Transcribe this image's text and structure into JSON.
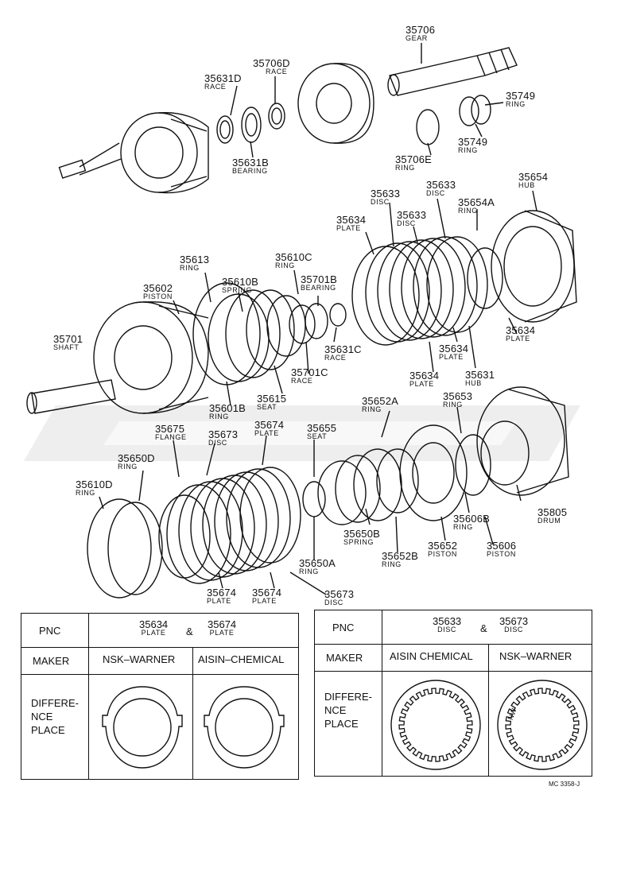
{
  "callouts": [
    {
      "id": "c35706",
      "num": "35706",
      "sub": "GEAR"
    },
    {
      "id": "c35631D",
      "num": "35631D",
      "sub": "RACE"
    },
    {
      "id": "c35706D",
      "num": "35706D",
      "sub": "RACE"
    },
    {
      "id": "c35749a",
      "num": "35749",
      "sub": "RING"
    },
    {
      "id": "c35749b",
      "num": "35749",
      "sub": "RING"
    },
    {
      "id": "c35631B",
      "num": "35631B",
      "sub": "BEARING"
    },
    {
      "id": "c35706E",
      "num": "35706E",
      "sub": "RING"
    },
    {
      "id": "c35633a",
      "num": "35633",
      "sub": "DISC"
    },
    {
      "id": "c35633b",
      "num": "35633",
      "sub": "DISC"
    },
    {
      "id": "c35633c",
      "num": "35633",
      "sub": "DISC"
    },
    {
      "id": "c35654",
      "num": "35654",
      "sub": "HUB"
    },
    {
      "id": "c35654A",
      "num": "35654A",
      "sub": "RING"
    },
    {
      "id": "c35634a",
      "num": "35634",
      "sub": "PLATE"
    },
    {
      "id": "c35613",
      "num": "35613",
      "sub": "RING"
    },
    {
      "id": "c35610C",
      "num": "35610C",
      "sub": "RING"
    },
    {
      "id": "c35602",
      "num": "35602",
      "sub": "PISTON"
    },
    {
      "id": "c35610B",
      "num": "35610B",
      "sub": "SPRING"
    },
    {
      "id": "c35701B",
      "num": "35701B",
      "sub": "BEARING"
    },
    {
      "id": "c35701",
      "num": "35701",
      "sub": "SHAFT"
    },
    {
      "id": "c35631C",
      "num": "35631C",
      "sub": "RACE"
    },
    {
      "id": "c35634b",
      "num": "35634",
      "sub": "PLATE"
    },
    {
      "id": "c35634c",
      "num": "35634",
      "sub": "PLATE"
    },
    {
      "id": "c35701C",
      "num": "35701C",
      "sub": "RACE"
    },
    {
      "id": "c35634d",
      "num": "35634",
      "sub": "PLATE"
    },
    {
      "id": "c35631",
      "num": "35631",
      "sub": "HUB"
    },
    {
      "id": "c35615",
      "num": "35615",
      "sub": "SEAT"
    },
    {
      "id": "c35601B",
      "num": "35601B",
      "sub": "RING"
    },
    {
      "id": "c35652A",
      "num": "35652A",
      "sub": "RING"
    },
    {
      "id": "c35653",
      "num": "35653",
      "sub": "RING"
    },
    {
      "id": "c35675",
      "num": "35675",
      "sub": "FLANGE"
    },
    {
      "id": "c35674a",
      "num": "35674",
      "sub": "PLATE"
    },
    {
      "id": "c35655",
      "num": "35655",
      "sub": "SEAT"
    },
    {
      "id": "c35673a",
      "num": "35673",
      "sub": "DISC"
    },
    {
      "id": "c35650D",
      "num": "35650D",
      "sub": "RING"
    },
    {
      "id": "c35610D",
      "num": "35610D",
      "sub": "RING"
    },
    {
      "id": "c35805",
      "num": "35805",
      "sub": "DRUM"
    },
    {
      "id": "c35606B",
      "num": "35606B",
      "sub": "RING"
    },
    {
      "id": "c35650B",
      "num": "35650B",
      "sub": "SPRING"
    },
    {
      "id": "c35652",
      "num": "35652",
      "sub": "PISTON"
    },
    {
      "id": "c35606",
      "num": "35606",
      "sub": "PISTON"
    },
    {
      "id": "c35652B",
      "num": "35652B",
      "sub": "RING"
    },
    {
      "id": "c35650A",
      "num": "35650A",
      "sub": "RING"
    },
    {
      "id": "c35674b",
      "num": "35674",
      "sub": "PLATE"
    },
    {
      "id": "c35674c",
      "num": "35674",
      "sub": "PLATE"
    },
    {
      "id": "c35673b",
      "num": "35673",
      "sub": "DISC"
    }
  ],
  "table_left": {
    "pnc_label": "PNC",
    "pnc_a_num": "35634",
    "pnc_a_sub": "PLATE",
    "amp": "&",
    "pnc_b_num": "35674",
    "pnc_b_sub": "PLATE",
    "maker_label": "MAKER",
    "maker_a": "NSK–WARNER",
    "maker_b": "AISIN–CHEMICAL",
    "diff_line1": "DIFFERE-",
    "diff_line2": "NCE",
    "diff_line3": "PLACE"
  },
  "table_right": {
    "pnc_label": "PNC",
    "pnc_a_num": "35633",
    "pnc_a_sub": "DISC",
    "amp": "&",
    "pnc_b_num": "35673",
    "pnc_b_sub": "DISC",
    "maker_label": "MAKER",
    "maker_a": "AISIN CHEMICAL",
    "maker_b": "NSK–WARNER",
    "diff_line1": "DIFFERE-",
    "diff_line2": "NCE",
    "diff_line3": "PLACE",
    "nw_mark": "NW"
  },
  "drawing_code": "MC 3358-J",
  "colors": {
    "ink": "#111111",
    "watermark": "#d9d9d9"
  }
}
